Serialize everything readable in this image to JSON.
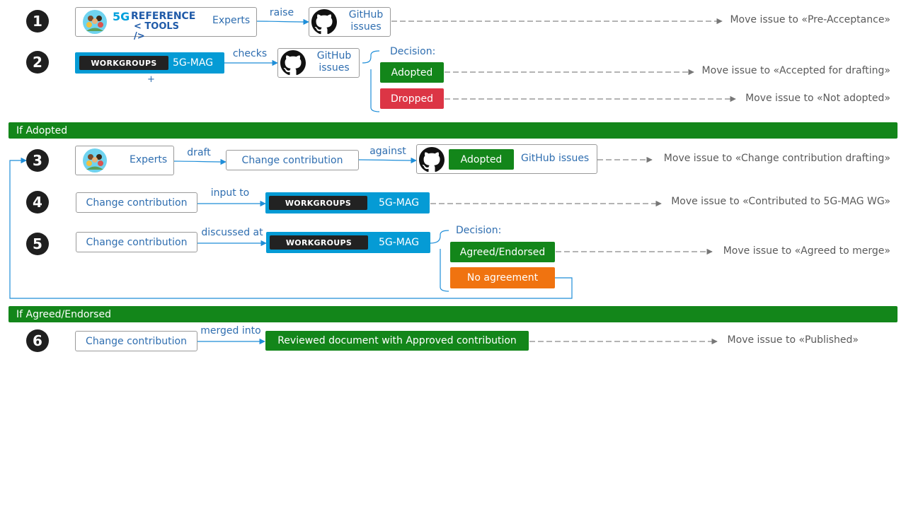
{
  "steps": [
    "1",
    "2",
    "3",
    "4",
    "5",
    "6"
  ],
  "logo": {
    "line1": "REFERENCE",
    "line2": "< TOOLS />",
    "mark": "5G"
  },
  "labels": {
    "experts": "Experts",
    "github_line1": "GitHub",
    "github_line2": "issues",
    "github_issues": "GitHub issues",
    "workgroups": "WORKGROUPS",
    "org": "5G-MAG",
    "plus": "+",
    "decision": "Decision:",
    "adopted": "Adopted",
    "dropped": "Dropped",
    "change_contribution": "Change contribution",
    "agreed": "Agreed/Endorsed",
    "no_agreement": "No agreement",
    "reviewed_doc": "Reviewed document with Approved contribution"
  },
  "edges": {
    "raise": "raise",
    "checks": "checks",
    "draft": "draft",
    "against": "against",
    "input_to": "input to",
    "discussed_at": "discussed at",
    "merged_into": "merged into"
  },
  "sections": {
    "if_adopted": "If Adopted",
    "if_agreed": "If Agreed/Endorsed"
  },
  "status": {
    "pre_acceptance": "Move issue to «Pre-Acceptance»",
    "accepted_drafting": "Move issue to «Accepted for drafting»",
    "not_adopted": "Move issue to «Not adopted»",
    "cc_drafting": "Move issue to «Change contribution drafting»",
    "contributed": "Move issue to «Contributed to 5G-MAG WG»",
    "agreed_merge": "Move issue to «Agreed to merge»",
    "published": "Move issue to «Published»"
  },
  "colors": {
    "green": "#13861a",
    "red": "#dc3545",
    "orange": "#f07310",
    "workgroups_blue": "#059bd5",
    "link_blue": "#2f6eb0",
    "dark": "#222222"
  },
  "icons": [
    "github-icon",
    "experts-people-icon",
    "reference-tools-logo"
  ]
}
